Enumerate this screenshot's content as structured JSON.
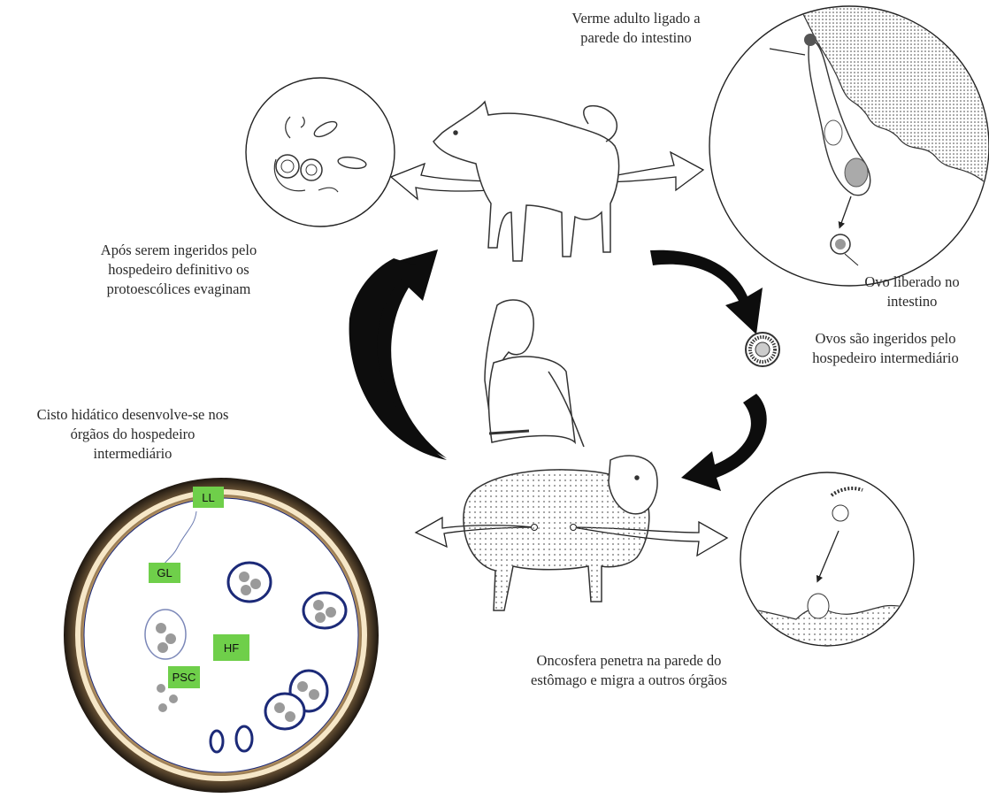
{
  "labels": {
    "adult_worm": [
      "Verme adulto ligado a",
      "parede do intestino"
    ],
    "egg_released": [
      "Ovo liberado no",
      "intestino"
    ],
    "eggs_ingested": [
      "Ovos são ingeridos pelo",
      "hospedeiro intermediário"
    ],
    "oncosphere": [
      "Oncosfera penetra na parede do",
      "estômago e migra  a outros órgãos"
    ],
    "cyst": [
      "Cisto hidático desenvolve-se nos",
      "órgãos do hospedeiro",
      "intermediário"
    ],
    "evaginate": [
      "Após serem ingeridos  pelo",
      "hospedeiro definitivo  os",
      "protoescólices  evaginam"
    ]
  },
  "cyst_badges": {
    "ll": "LL",
    "gl": "GL",
    "hf": "HF",
    "psc": "PSC"
  },
  "colors": {
    "cycle_arrow": "#0d0d0d",
    "badge_green": "#6fcf4a",
    "cyst_outer": "#2a2118",
    "cyst_inner": "#c9a46f",
    "capsule_blue": "#1c2a78"
  },
  "icons": [
    "dog-illustration",
    "human-illustration",
    "sheep-illustration",
    "egg-icon"
  ]
}
